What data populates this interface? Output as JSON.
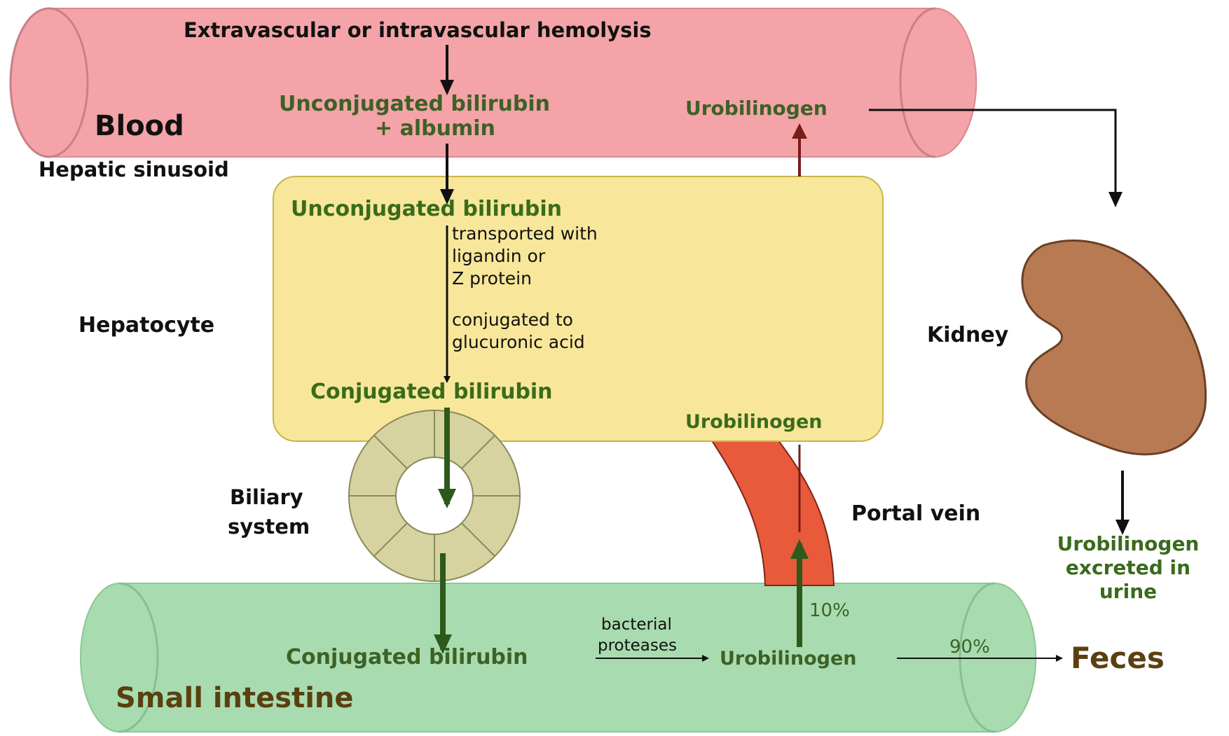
{
  "labels": {
    "hemolysis": "Extravascular or intravascular hemolysis",
    "blood": "Blood",
    "unconj_albumin_1": "Unconjugated bilirubin",
    "unconj_albumin_2": "+ albumin",
    "urobilinogen_blood": "Urobilinogen",
    "hepatic_sinusoid": "Hepatic sinusoid",
    "unconj_hepatocyte": "Unconjugated bilirubin",
    "transport_note_1": "transported with",
    "transport_note_2": "ligandin or",
    "transport_note_3": "Z protein",
    "hepatocyte": "Hepatocyte",
    "conj_note_1": "conjugated to",
    "conj_note_2": "glucuronic acid",
    "conj_hepatocyte": "Conjugated bilirubin",
    "urobilinogen_hepatocyte": "Urobilinogen",
    "kidney": "Kidney",
    "biliary_1": "Biliary",
    "biliary_2": "system",
    "portal_vein": "Portal vein",
    "urine_1": "Urobilinogen",
    "urine_2": "excreted in",
    "urine_3": "urine",
    "pct_10": "10%",
    "bacterial_1": "bacterial",
    "bacterial_2": "proteases",
    "pct_90": "90%",
    "conj_intestine": "Conjugated bilirubin",
    "urobilinogen_intestine": "Urobilinogen",
    "feces": "Feces",
    "small_intestine": "Small intestine"
  },
  "colors": {
    "blood_vessel": "#f4a3a8",
    "hepatocyte": "#f8e79a",
    "intestine": "#a8dcb0",
    "kidney": "#b87a52",
    "portal_vein": "#e85a3a",
    "biliary": "#d6d3a0",
    "green_arrow": "#2d5a1a",
    "dark_red_arrow": "#7a1a1a"
  }
}
